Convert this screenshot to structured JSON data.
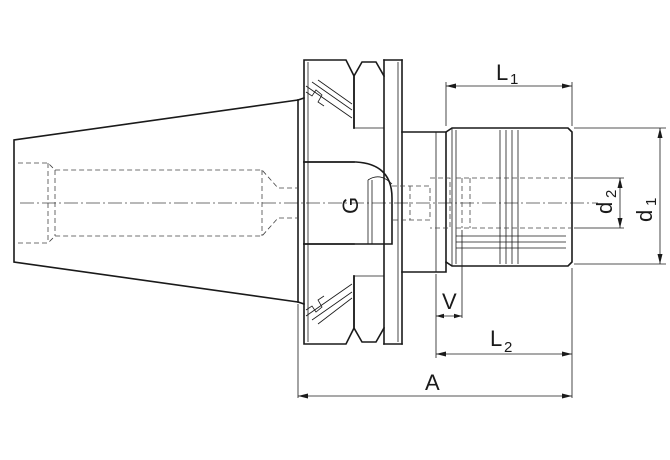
{
  "labels": {
    "L1": {
      "main": "L",
      "sub": "1"
    },
    "L2": {
      "main": "L",
      "sub": "2"
    },
    "A": "A",
    "V": "V",
    "G": "G",
    "d1": {
      "main": "d",
      "sub": "1"
    },
    "d2": {
      "main": "d",
      "sub": "2"
    }
  }
}
